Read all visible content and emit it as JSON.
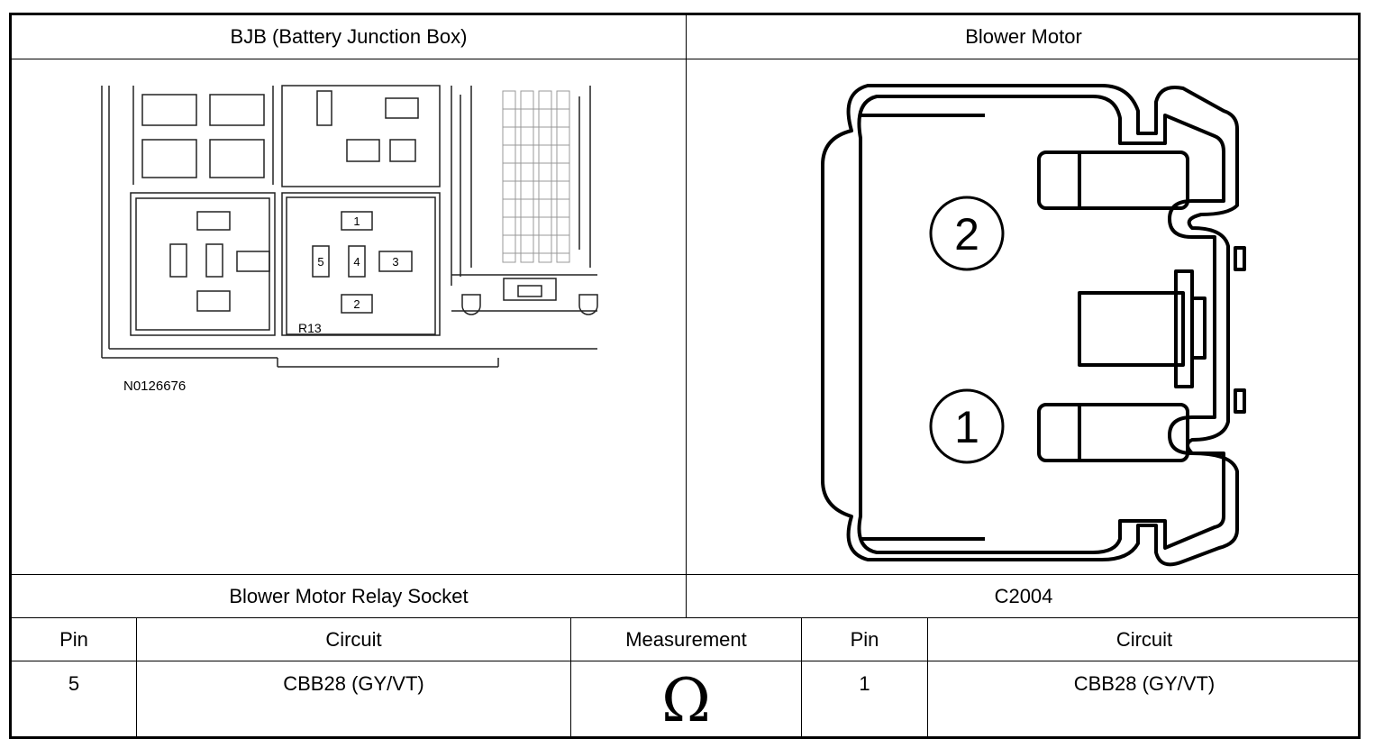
{
  "headers": {
    "left": "BJB (Battery Junction Box)",
    "right": "Blower Motor"
  },
  "sub_headers": {
    "left": "Blower Motor Relay Socket",
    "right": "C2004"
  },
  "bjb_diagram": {
    "relay_label": "R13",
    "part_number": "N0126676",
    "pins": [
      "1",
      "2",
      "3",
      "4",
      "5"
    ]
  },
  "connector_diagram": {
    "pins": [
      "2",
      "1"
    ]
  },
  "table": {
    "columns": [
      "Pin",
      "Circuit",
      "Measurement",
      "Pin",
      "Circuit"
    ],
    "row": {
      "pin_a": "5",
      "circuit_a": "CBB28 (GY/VT)",
      "measurement": "Ω",
      "pin_b": "1",
      "circuit_b": "CBB28 (GY/VT)"
    }
  }
}
